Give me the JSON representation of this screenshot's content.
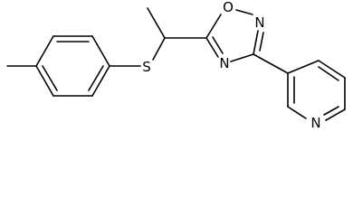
{
  "structure": {
    "atom_labels": {
      "sulfur": "S",
      "ring_oxygen": "O",
      "ring_nitrogen_upper": "N",
      "ring_nitrogen_lower": "N",
      "pyridine_nitrogen": "N"
    }
  }
}
